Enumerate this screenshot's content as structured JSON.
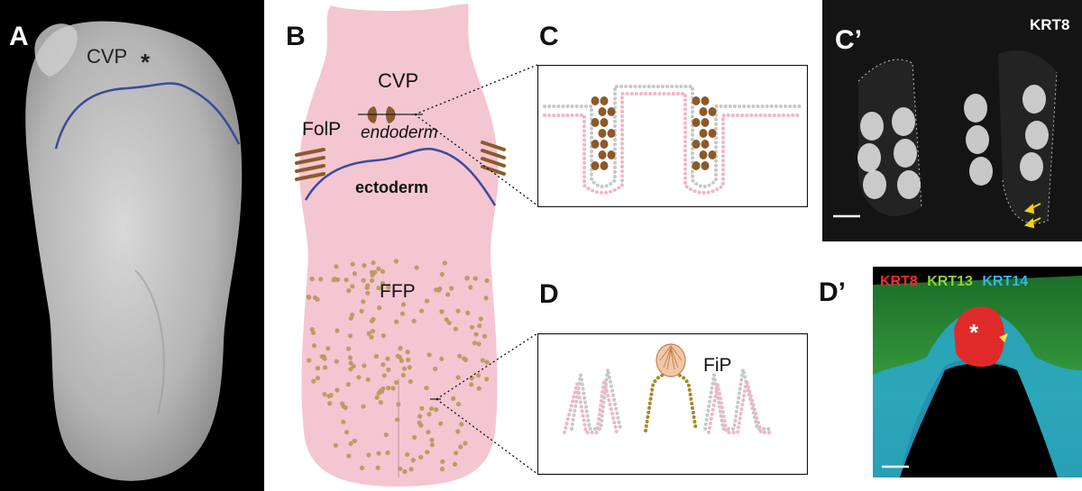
{
  "figure": {
    "panels": [
      {
        "id": "A",
        "label": "A"
      },
      {
        "id": "B",
        "label": "B"
      },
      {
        "id": "C",
        "label": "C"
      },
      {
        "id": "C_prime",
        "label": "C’"
      },
      {
        "id": "D",
        "label": "D"
      },
      {
        "id": "D_prime",
        "label": "D’"
      }
    ]
  },
  "panel_a": {
    "cvp_label": "CVP",
    "asterisk": "*"
  },
  "panel_b": {
    "cvp_label": "CVP",
    "endoderm_label": "endoderm",
    "folp_label": "FolP",
    "ectoderm_label": "ectoderm",
    "ffp_label": "FFP"
  },
  "panel_c_prime": {
    "marker_label": "KRT8"
  },
  "panel_d": {
    "fip_label": "FiP"
  },
  "panel_d_prime": {
    "markers": [
      {
        "name": "KRT8",
        "color": "#ff2a2a"
      },
      {
        "name": "KRT13",
        "color": "#8bd433"
      },
      {
        "name": "KRT14",
        "color": "#33b8e6"
      }
    ],
    "asterisk": "*"
  },
  "colors": {
    "tongue_pink": "#f4c6d1",
    "ectoderm_line": "#3b4b9a",
    "papilla_brown": "#8b5a2b",
    "dots_tan": "#c09a66",
    "fip_gold": "#a7892a"
  }
}
